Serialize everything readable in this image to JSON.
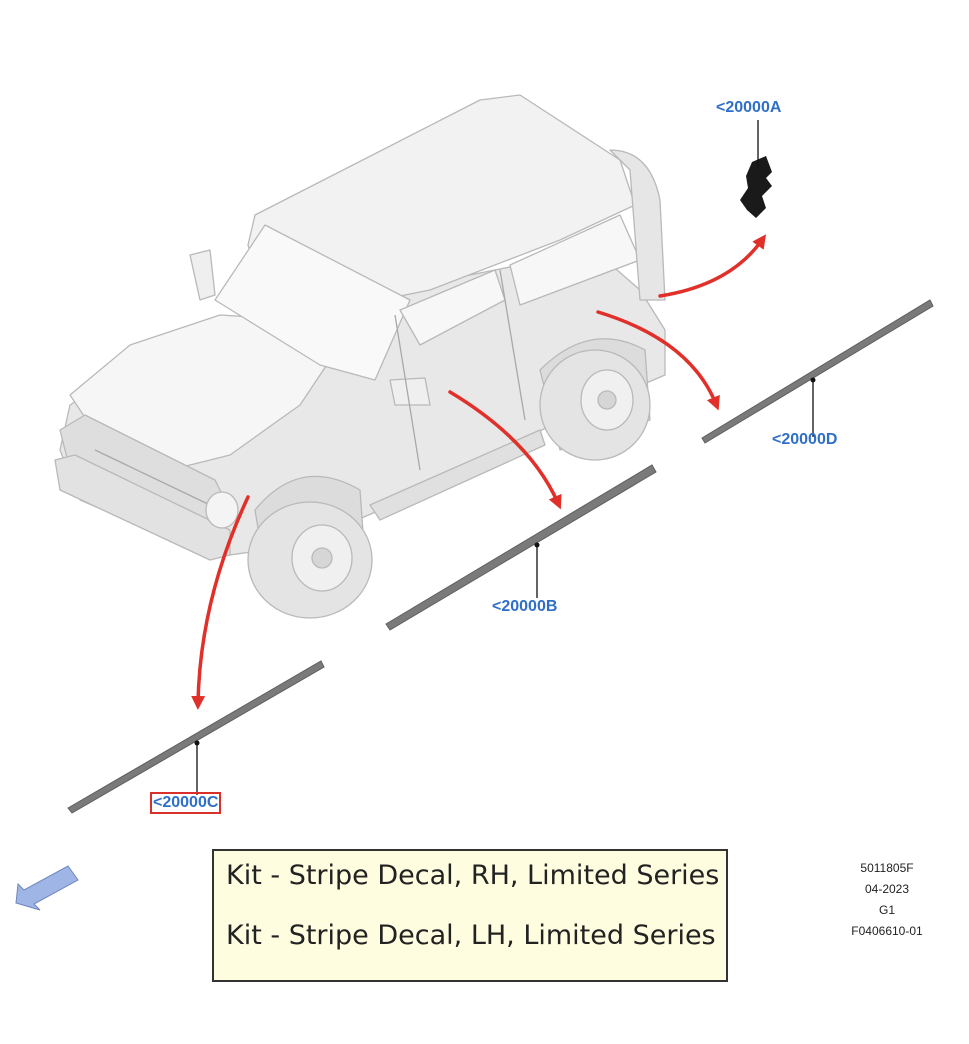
{
  "callouts": {
    "a": "<20000A",
    "b": "<20000B",
    "c": "<20000C",
    "d": "<20000D"
  },
  "selected_callout": "c",
  "title_box": {
    "line1": "Kit - Stripe Decal, RH, Limited Series",
    "line2": "Kit - Stripe Decal, LH, Limited Series"
  },
  "meta": {
    "code": "5011805F",
    "date": "04-2023",
    "grade": "G1",
    "figure": "F0406610-01"
  },
  "colors": {
    "callout_text": "#2f6fc9",
    "arrow_red": "#e1302a",
    "stripe_gray": "#7a7a7a",
    "title_fill": "#fffde0",
    "nav_arrow": "#9fb5e6"
  },
  "icons": {
    "nav": "view-direction-arrow-icon"
  }
}
